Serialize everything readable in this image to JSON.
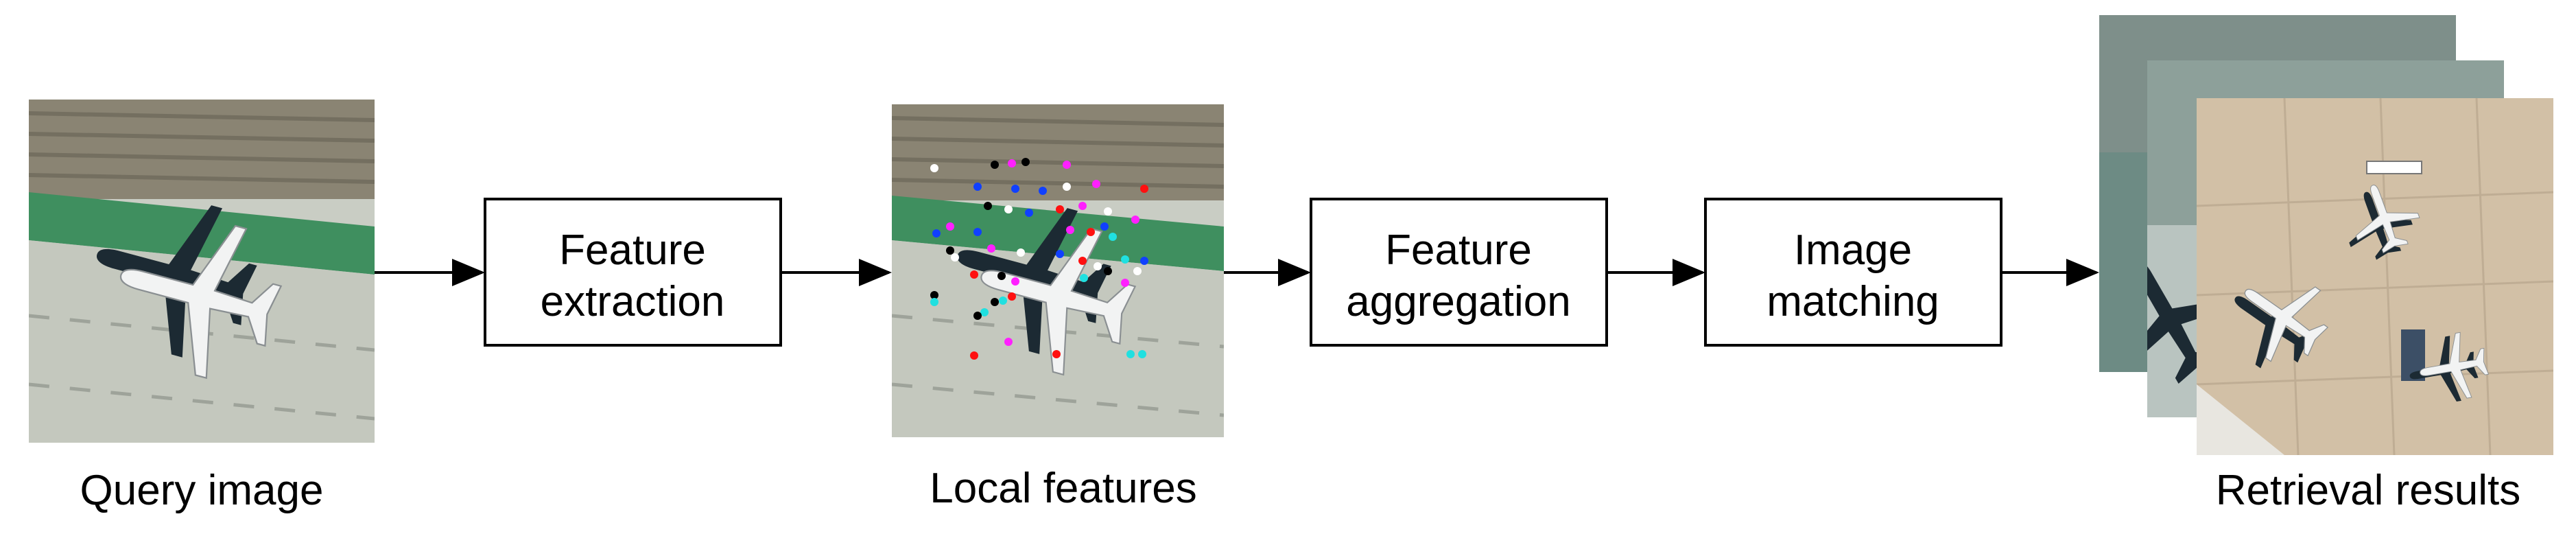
{
  "diagram": {
    "captions": {
      "query": "Query image",
      "local": "Local features",
      "retrieval": "Retrieval results"
    },
    "boxes": {
      "extraction": [
        "Feature",
        "extraction"
      ],
      "aggregation": [
        "Feature",
        "aggregation"
      ],
      "matching": [
        "Image",
        "matching"
      ]
    }
  },
  "colors": {
    "grass": "#3f8f5f",
    "runway": "#c9cdc4",
    "tarmac": "#d2c0a6",
    "keypoints": [
      "#ff1010",
      "#1040ff",
      "#000000",
      "#ffffff",
      "#ff20ff",
      "#20e0e0"
    ]
  }
}
